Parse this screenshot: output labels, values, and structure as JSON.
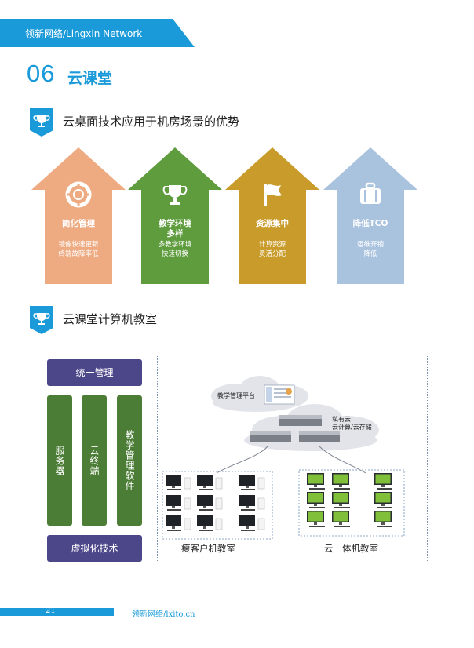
{
  "header": {
    "text": "领新网络/Lingxin Network"
  },
  "section": {
    "number": "06",
    "title": "云课堂"
  },
  "subsections": [
    {
      "title": "云桌面技术应用于机房场景的优势",
      "icon": "trophy-icon"
    },
    {
      "title": "云课堂计算机教室",
      "icon": "trophy-icon"
    }
  ],
  "advantages": [
    {
      "title": "简化管理",
      "desc": [
        "镜像快速更新",
        "终端故障率低"
      ],
      "color": "#eeaa80",
      "icon": "lifebuoy-icon"
    },
    {
      "title": "教学环境\n多样",
      "title_lines": [
        "教学环境",
        "多样"
      ],
      "desc": [
        "多教学环境",
        "快速切换"
      ],
      "color": "#5e9c3d",
      "icon": "trophy-icon"
    },
    {
      "title": "资源集中",
      "desc": [
        "计算资源",
        "灵活分配"
      ],
      "color": "#c99b2a",
      "icon": "flag-icon"
    },
    {
      "title": "降低TCO",
      "desc": [
        "运维开销",
        "降低"
      ],
      "color": "#a9c2de",
      "icon": "briefcase-icon"
    }
  ],
  "architecture": {
    "top": "统一管理",
    "bottom": "虚拟化技术",
    "columns": [
      "服务器",
      "云终端",
      "教学管理软件"
    ],
    "colors": {
      "pill": "#4b4789",
      "column": "#4b7d36"
    }
  },
  "diagram": {
    "platform_label": "教学管理平台",
    "cloud_label_1": "私有云",
    "cloud_label_2": "云计算/云存储",
    "room_1": "瘦客户机教室",
    "room_2": "云一体机教室"
  },
  "footer": {
    "page": "21",
    "text": "领新网络/lxito.cn"
  },
  "colors": {
    "brand": "#1a9ad9"
  }
}
